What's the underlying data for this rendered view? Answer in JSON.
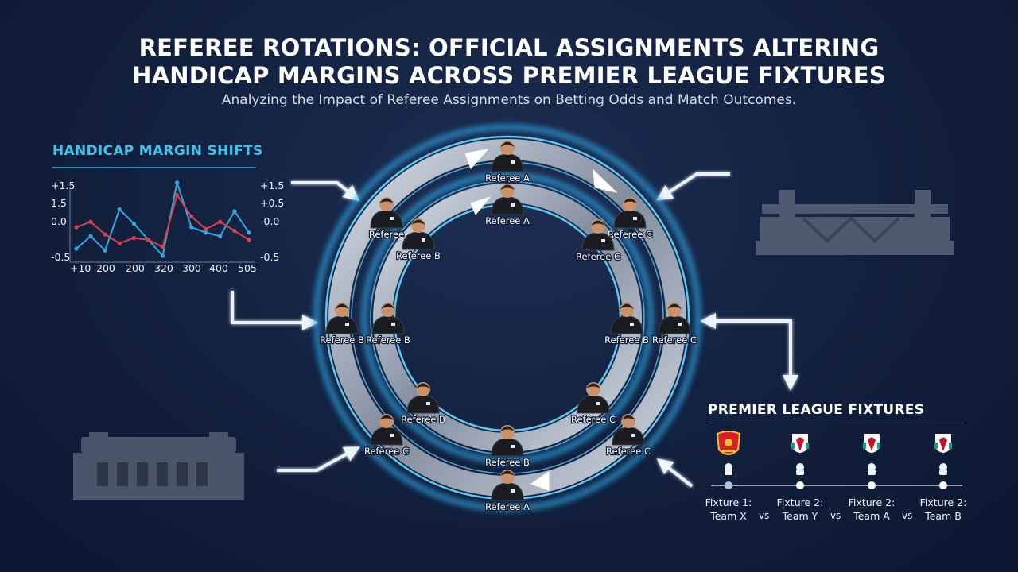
{
  "header": {
    "title_line1": "REFEREE ROTATIONS: OFFICIAL ASSIGNMENTS ALTERING",
    "title_line2": "HANDICAP MARGINS ACROSS PREMIER LEAGUE FIXTURES",
    "subtitle": "Analyzing the Impact of Referee Assignments on Betting Odds and Match Outcomes."
  },
  "handicap_chart": {
    "title": "HANDICAP MARGIN SHIFTS",
    "y_ticks": [
      "+1.5",
      "1.5",
      "0.0",
      "-0.5"
    ],
    "y_ticks_right": [
      "+1.5",
      "+0.5",
      "-0.0",
      "-0.5"
    ],
    "x_ticks": [
      "+10",
      "200",
      "200",
      "320",
      "300",
      "400",
      "505"
    ],
    "colors": {
      "series_a": "#33a8dc",
      "series_b": "#d8414d"
    }
  },
  "chart_data": {
    "type": "line",
    "title": "HANDICAP MARGIN SHIFTS",
    "x": [
      "+10",
      "200",
      "200",
      "320",
      "300",
      "400",
      "505"
    ],
    "ylim": [
      -0.5,
      1.5
    ],
    "series": [
      {
        "values": [
          -0.3,
          0.05,
          -0.35,
          0.8,
          0.4,
          -0.05,
          -0.5,
          1.55,
          0.3,
          0.15,
          0.05,
          0.75,
          0.15
        ]
      },
      {
        "values": [
          0.3,
          0.45,
          0.1,
          -0.15,
          0.0,
          -0.05,
          -0.25,
          1.2,
          0.6,
          0.25,
          0.45,
          0.2,
          -0.05
        ]
      }
    ],
    "grid": false,
    "legend": "none"
  },
  "rotation_diagram": {
    "referee_labels": [
      "Referee A",
      "Referee A",
      "Referee",
      "Referee B",
      "Referee C",
      "Referee C",
      "Referee B",
      "Referee B",
      "Referee B",
      "Referee C",
      "Referee B",
      "Referee C",
      "Referee C",
      "Referee C",
      "Referee B",
      "Referee A"
    ],
    "ring_color": "#c9d2de",
    "glow_color": "#2fa8e8"
  },
  "fixtures": {
    "title": "PREMIER LEAGUE FIXTURES",
    "items": [
      {
        "line1": "Fixture 1:",
        "line2": "Team X",
        "crest": "manchester-united-crest"
      },
      {
        "line1": "Fixture 2:",
        "line2": "Team Y",
        "crest": "liverpool-crest"
      },
      {
        "line1": "Fixture 2:",
        "line2": "Team A",
        "crest": "liverpool-crest"
      },
      {
        "line1": "Fixture 2:",
        "line2": "Team B",
        "crest": "liverpool-crest"
      }
    ],
    "vs_labels": [
      "vs",
      "vs",
      "vs"
    ]
  }
}
